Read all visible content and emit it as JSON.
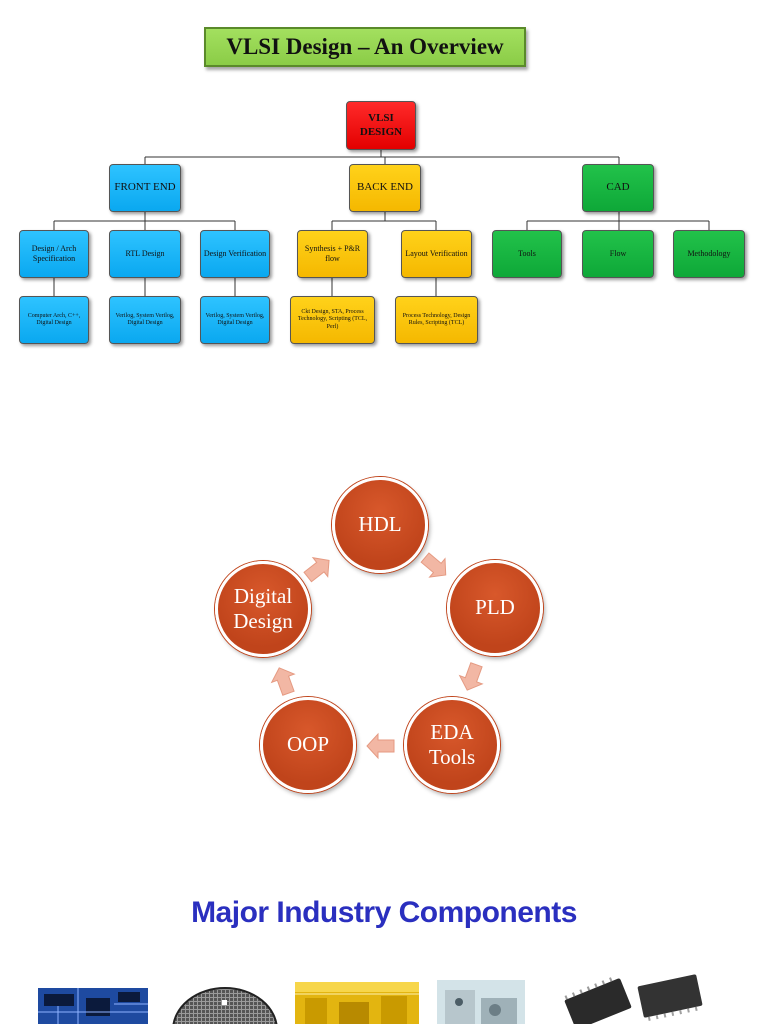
{
  "title": "VLSI Design – An Overview",
  "tree": {
    "root": "VLSI DESIGN",
    "front_end": {
      "label": "FRONT END",
      "children": [
        {
          "label": "Design / Arch Specification",
          "detail": "Computer Arch, C++, Digital Design"
        },
        {
          "label": "RTL Design",
          "detail": "Verilog, System Verilog, Digital Design"
        },
        {
          "label": "Design Verification",
          "detail": "Verilog, System Verilog, Digital Design"
        }
      ]
    },
    "back_end": {
      "label": "BACK END",
      "children": [
        {
          "label": "Synthesis + P&R flow",
          "detail": "Ckt Design, STA, Process Technology, Scripting (TCL, Perl)"
        },
        {
          "label": "Layout Verification",
          "detail": "Process Technology, Design Rules, Scripting (TCL)"
        }
      ]
    },
    "cad": {
      "label": "CAD",
      "children": [
        {
          "label": "Tools"
        },
        {
          "label": "Flow"
        },
        {
          "label": "Methodology"
        }
      ]
    }
  },
  "cycle": {
    "nodes": [
      "HDL",
      "PLD",
      "EDA Tools",
      "OOP",
      "Digital Design"
    ]
  },
  "industry_title": "Major Industry Components",
  "colors": {
    "root": "#e30000",
    "front_end": "#0aa8f0",
    "back_end": "#f5b800",
    "cad": "#0ea838",
    "cycle_node": "#c0441b",
    "cycle_arrow": "#f2b7a4",
    "industry_title": "#2a2fbf"
  },
  "photos": [
    "circuit-board-photo",
    "silicon-wafer-photo",
    "clean-room-photo",
    "fab-equipment-photo",
    "ic-chips-photo"
  ]
}
